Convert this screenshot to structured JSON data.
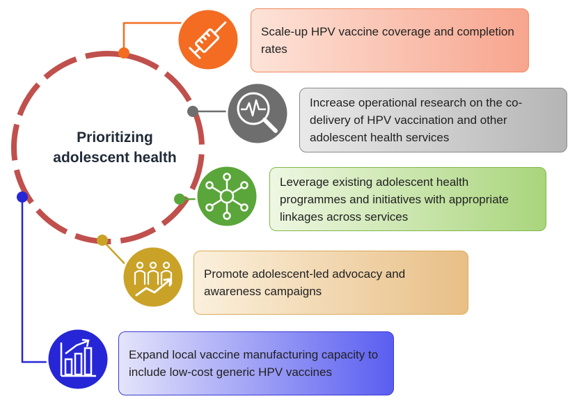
{
  "center": {
    "line1": "Prioritizing",
    "line2": "adolescent health"
  },
  "colors": {
    "ring": "#c0504d",
    "orange": "#f36c21",
    "gray": "#6e6e6e",
    "green": "#5aa63a",
    "gold": "#c9a227",
    "blue": "#2626d6"
  },
  "items": [
    {
      "icon": "syringe-icon",
      "text": "Scale-up HPV vaccine coverage and completion rates"
    },
    {
      "icon": "magnifier-pulse-icon",
      "text": "Increase operational research on the co-delivery of HPV vaccination and other adolescent health services"
    },
    {
      "icon": "network-icon",
      "text": "Leverage existing adolescent health programmes and initiatives with appropriate linkages across services"
    },
    {
      "icon": "people-growth-icon",
      "text": "Promote adolescent-led advocacy and awareness campaigns"
    },
    {
      "icon": "bar-chart-growth-icon",
      "text": "Expand local vaccine manufacturing capacity to include low-cost generic HPV vaccines"
    }
  ]
}
